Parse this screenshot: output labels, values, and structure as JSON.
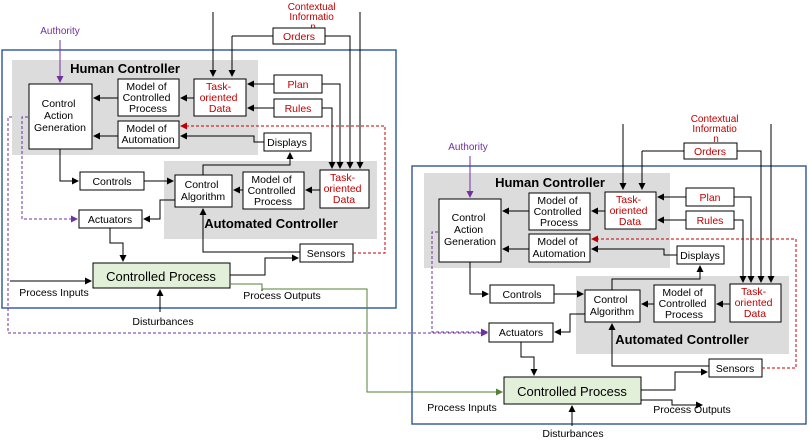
{
  "diagrams": [
    {
      "authority": "Authority",
      "human_controller": "Human Controller",
      "automated_controller": "Automated Controller",
      "contextual_information": [
        "Contextual",
        "Informatio",
        "n"
      ],
      "orders": "Orders",
      "plan": "Plan",
      "rules": "Rules",
      "task_data_hc": [
        "Task-",
        "oriented",
        "Data"
      ],
      "task_data_ac": [
        "Task-",
        "oriented",
        "Data"
      ],
      "control_action_generation": [
        "Control",
        "Action",
        "Generation"
      ],
      "model_controlled_process_hc": [
        "Model of",
        "Controlled",
        "Process"
      ],
      "model_of_automation": [
        "Model of",
        "Automation"
      ],
      "displays": "Displays",
      "controls": "Controls",
      "control_algorithm": [
        "Control",
        "Algorithm"
      ],
      "model_controlled_process_ac": [
        "Model of",
        "Controlled",
        "Process"
      ],
      "actuators": "Actuators",
      "sensors": "Sensors",
      "controlled_process": "Controlled Process",
      "process_inputs": "Process Inputs",
      "process_outputs": "Process Outputs",
      "disturbances": "Disturbances"
    },
    {
      "authority": "Authority",
      "human_controller": "Human Controller",
      "automated_controller": "Automated Controller",
      "contextual_information": [
        "Contextual",
        "Informatio",
        "n"
      ],
      "orders": "Orders",
      "plan": "Plan",
      "rules": "Rules",
      "task_data_hc": [
        "Task-",
        "oriented",
        "Data"
      ],
      "task_data_ac": [
        "Task-",
        "oriented",
        "Data"
      ],
      "control_action_generation": [
        "Control",
        "Action",
        "Generation"
      ],
      "model_controlled_process_hc": [
        "Model of",
        "Controlled",
        "Process"
      ],
      "model_of_automation": [
        "Model of",
        "Automation"
      ],
      "displays": "Displays",
      "controls": "Controls",
      "control_algorithm": [
        "Control",
        "Algorithm"
      ],
      "model_controlled_process_ac": [
        "Model of",
        "Controlled",
        "Process"
      ],
      "actuators": "Actuators",
      "sensors": "Sensors",
      "controlled_process": "Controlled Process",
      "process_inputs": "Process Inputs",
      "process_outputs": "Process Outputs",
      "disturbances": "Disturbances"
    }
  ]
}
